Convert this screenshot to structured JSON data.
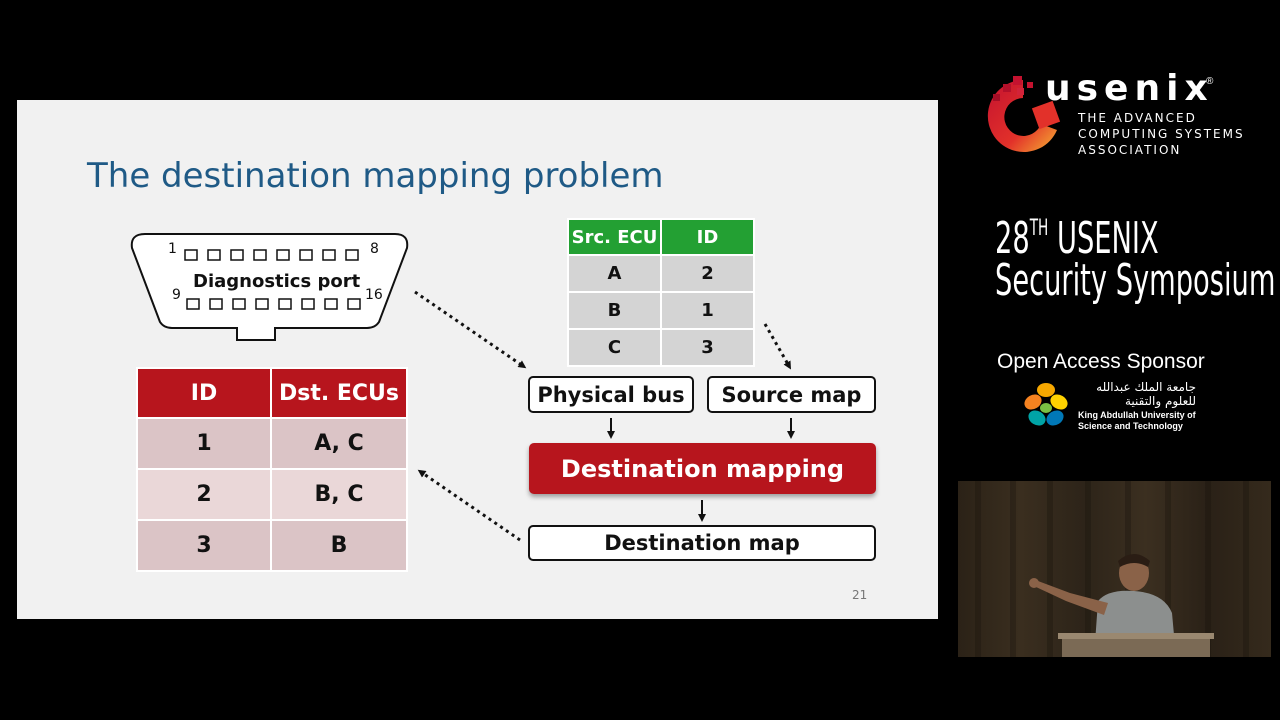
{
  "slide": {
    "title": "The destination mapping problem",
    "page_number": "21",
    "diagnostics_port": {
      "label": "Diagnostics port",
      "pin_top_left": "1",
      "pin_top_right": "8",
      "pin_bottom_left": "9",
      "pin_bottom_right": "16"
    },
    "source_table": {
      "headers": [
        "Src. ECU",
        "ID"
      ],
      "rows": [
        [
          "A",
          "2"
        ],
        [
          "B",
          "1"
        ],
        [
          "C",
          "3"
        ]
      ]
    },
    "destination_table": {
      "headers": [
        "ID",
        "Dst. ECUs"
      ],
      "rows": [
        [
          "1",
          "A, C"
        ],
        [
          "2",
          "B, C"
        ],
        [
          "3",
          "B"
        ]
      ]
    },
    "flow": {
      "physical_bus": "Physical bus",
      "source_map": "Source map",
      "destination_mapping": "Destination mapping",
      "destination_map": "Destination map"
    },
    "colors": {
      "title": "#1f5a86",
      "green_header": "#23a033",
      "red_accent": "#b7151d"
    }
  },
  "sidebar": {
    "brand": "usenix",
    "registered_mark": "®",
    "tagline": [
      "THE ADVANCED",
      "COMPUTING SYSTEMS",
      "ASSOCIATION"
    ],
    "event_line1_number": "28",
    "event_line1_sup": "TH",
    "event_line1_rest": " USENIX",
    "event_line2": "Security Symposium",
    "sponsor_label": "Open Access Sponsor",
    "sponsor_arabic": [
      "جامعة الملك عبدالله",
      "للعلوم والتقنية"
    ],
    "sponsor_english": [
      "King Abdullah University of",
      "Science and Technology"
    ]
  }
}
